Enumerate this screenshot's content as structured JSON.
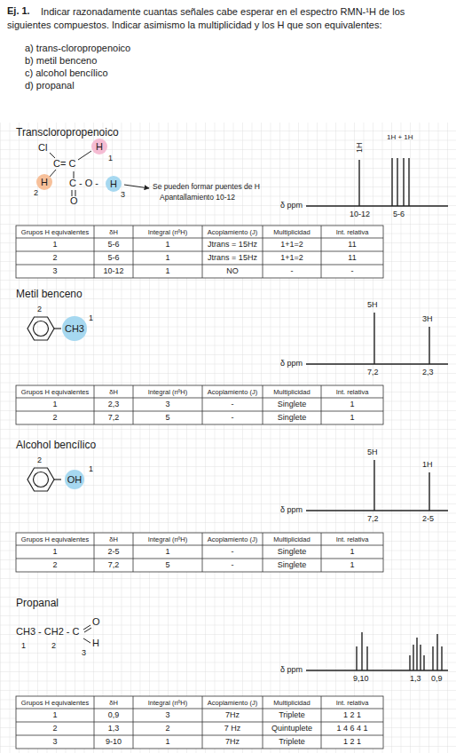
{
  "diagram": {
    "title": "Ej. 1.",
    "nodes": [
      {
        "text": [
          "H"
        ]
      },
      {
        "text": [
          "H"
        ]
      },
      {
        "text": [
          "H"
        ]
      },
      {
        "text": [
          "CH3"
        ]
      },
      {
        "text": [
          "OH"
        ]
      }
    ],
    "labels": [
      "Indicar razonadamente cuantas señales cabe esperar en el espectro RMN-¹H de los siguientes compuestos. Indicar asimismo la multiplicidad y los H que son equivalentes:",
      "a) trans-cloropropenoico",
      "b) metil benceno",
      "c) alcohol bencílico",
      "d) propanal",
      "Transcloropropenoico",
      "Cl",
      "C= C",
      "C - O -",
      "O",
      "1",
      "2",
      "3",
      "Se pueden formar puentes de H",
      "Apantallamiento 10-12",
      "1H",
      "1H + 1H",
      "δ ppm",
      "10-12",
      "5-6",
      "Grupos H equivalentes",
      "δH",
      "Integral (nºH)",
      "Acoplamiento (J)",
      "Multiplicidad",
      "Int. relativa",
      "1",
      "5-6",
      "1",
      "Jtrans = 15Hz",
      "1+1=2",
      "11",
      "2",
      "5-6",
      "1",
      "Jtrans = 15Hz",
      "1+1=2",
      "11",
      "3",
      "10-12",
      "1",
      "NO",
      "-",
      "-",
      "Metil benceno",
      "2",
      "1",
      "5H",
      "3H",
      "δ ppm",
      "7,2",
      "2,3",
      "Grupos H equivalentes",
      "δH",
      "Integral (nºH)",
      "Acoplamiento (J)",
      "Multiplicidad",
      "Int. relativa",
      "1",
      "2,3",
      "3",
      "-",
      "Singlete",
      "1",
      "2",
      "7,2",
      "5",
      "-",
      "Singlete",
      "1",
      "Alcohol bencílico",
      "2",
      "1",
      "5H",
      "1H",
      "δ ppm",
      "7,2",
      "2-5",
      "Grupos H equivalentes",
      "δH",
      "Integral (nºH)",
      "Acoplamiento (J)",
      "Multiplicidad",
      "Int. relativa",
      "1",
      "2-5",
      "1",
      "-",
      "Singlete",
      "1",
      "2",
      "7,2",
      "5",
      "-",
      "Singlete",
      "1",
      "Propanal",
      "CH3 - CH2 - C",
      "O",
      "H",
      "1",
      "2",
      "3",
      "δ ppm",
      "9,10",
      "1,3",
      "0,9",
      "Grupos H equivalentes",
      "δH",
      "Integral (nºH)",
      "Acoplamiento (J)",
      "Multiplicidad",
      "Int. relativa",
      "1",
      "0,9",
      "3",
      "7Hz",
      "Triplete",
      "1 2 1",
      "2",
      "1,3",
      "2",
      "7 Hz",
      "Quintuplete",
      "1 4 6 4 1",
      "3",
      "9-10",
      "1",
      "7Hz",
      "Triplete",
      "1 2 1"
    ]
  }
}
